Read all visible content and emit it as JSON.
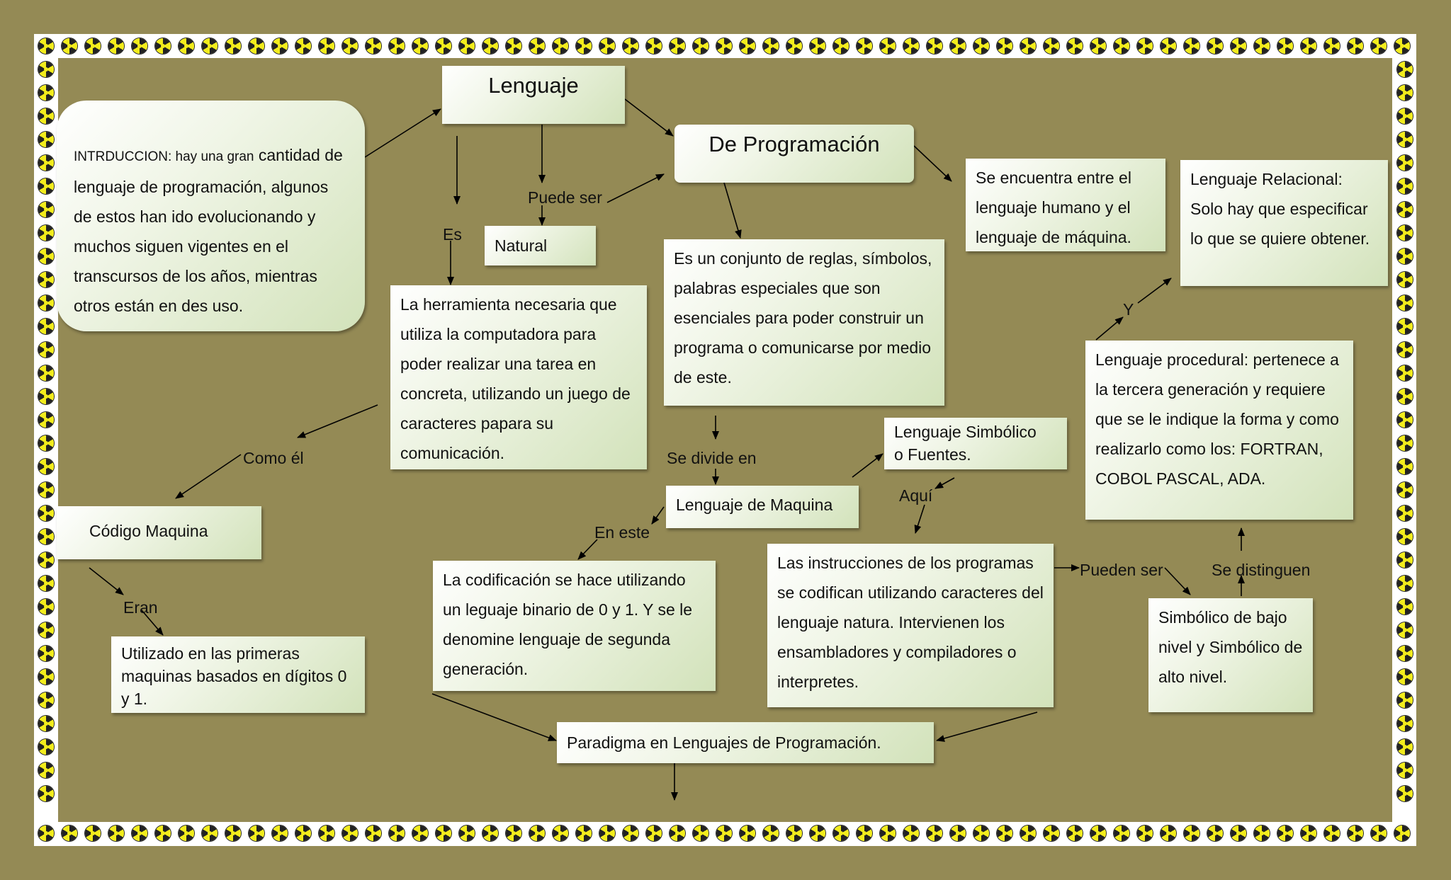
{
  "nodes": {
    "lenguaje": "Lenguaje",
    "de_programacion": "De Programación",
    "intro_prefix": "INTRDUCCION: hay una gran",
    "intro_rest": " cantidad de lenguaje de programación, algunos de estos han ido evolucionando y muchos  siguen vigentes en el transcursos de los años, mientras otros están en des uso.",
    "natural": "Natural",
    "herramienta": "La herramienta necesaria que utiliza la computadora para poder realizar una tarea en concreta, utilizando un juego de caracteres papara su comunicación.",
    "conjunto_reglas": "Es un conjunto de reglas, símbolos, palabras  especiales que son esenciales para poder construir un  programa o comunicarse por medio de este.",
    "entre_humano": "Se encuentra entre el lenguaje humano y el lenguaje de máquina.",
    "relacional": "Lenguaje Relacional: Solo  hay que especificar lo que se quiere  obtener.",
    "procedural": "Lenguaje  procedural: pertenece a la tercera generación y requiere  que se le indique la forma y como realizarlo como los: FORTRAN, COBOL PASCAL, ADA.",
    "simbolico_fuentes": "Lenguaje Simbólico\no Fuentes.",
    "lenguaje_maquina": "Lenguaje de Maquina",
    "codigo_maquina": "Código Maquina",
    "primeras_maquinas": "Utilizado en las primeras maquinas  basados en dígitos 0 y 1.",
    "codificacion_binario": " La codificación se hace utilizando un leguaje binario de 0 y 1. Y se le denomine lenguaje de segunda generación.",
    "instrucciones": "Las instrucciones de los programas se codifican utilizando caracteres del lenguaje natura. Intervienen los ensambladores y compiladores o interpretes.",
    "simbolico_niveles": "Simbólico de bajo nivel y Simbólico de alto nivel.",
    "paradigma": "Paradigma en Lenguajes de Programación."
  },
  "labels": {
    "puede_ser": "Puede ser",
    "es": "Es",
    "como_el": "Como él",
    "se_divide_en": "Se divide en",
    "aqui": "Aquí",
    "en_este": "En este",
    "eran": "Eran",
    "pueden_ser": "Pueden ser",
    "se_distinguen": "Se distinguen",
    "y": "Y"
  }
}
